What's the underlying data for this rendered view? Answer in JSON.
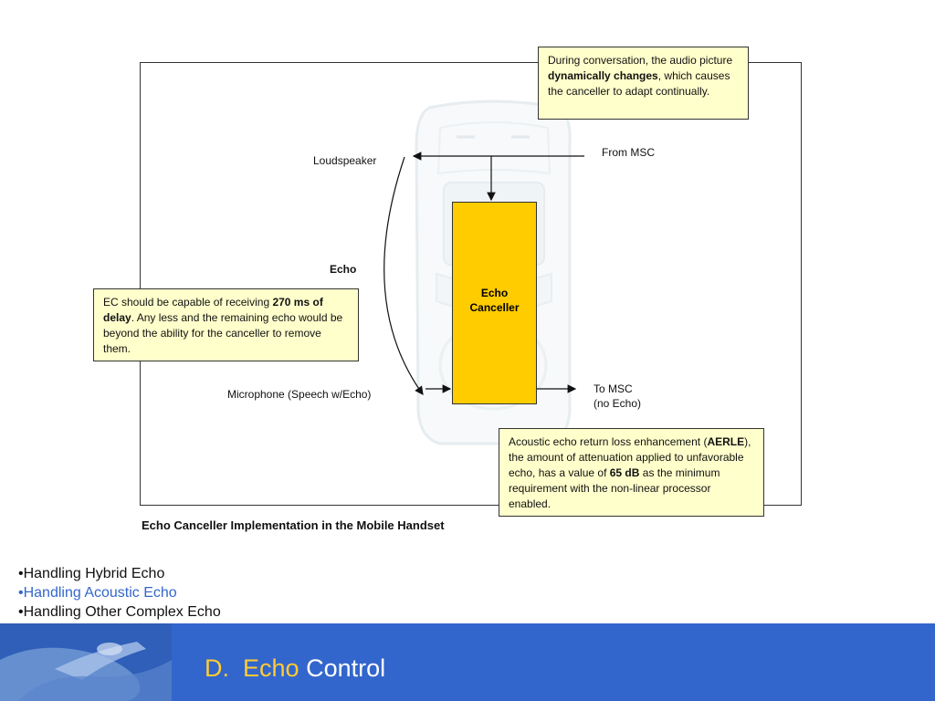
{
  "diagram": {
    "labels": {
      "loudspeaker": "Loudspeaker",
      "from_msc": "From MSC",
      "echo": "Echo",
      "microphone": "Microphone (Speech w/Echo)",
      "to_msc_line1": "To MSC",
      "to_msc_line2": "(no Echo)"
    },
    "canceller": {
      "line1": "Echo",
      "line2": "Canceller"
    },
    "note_top": {
      "pre": "During conversation, the audio picture ",
      "bold": "dynamically changes",
      "post": ", which causes the canceller to adapt continually."
    },
    "note_left": {
      "pre": "EC should be capable of receiving ",
      "bold": "270 ms of delay",
      "post": ".  Any less and the remaining echo would be beyond the ability for the canceller to remove them."
    },
    "note_bottom": {
      "pre": "Acoustic echo return loss enhancement (",
      "bold1": "AERLE",
      "mid": "), the amount of attenuation applied to unfavorable echo, has a value of ",
      "bold2": "65 dB",
      "post": " as the minimum requirement with the non-linear processor enabled."
    },
    "caption": "Echo Canceller Implementation in the Mobile Handset"
  },
  "bullets": [
    {
      "text": "•Handling Hybrid Echo"
    },
    {
      "text": "•Handling Acoustic Echo"
    },
    {
      "text": "•Handling Other Complex Echo"
    }
  ],
  "footer": {
    "letter": "D.",
    "title_accent": "Echo",
    "title_rest": "Control"
  },
  "colors": {
    "canceller": "#ffcc00",
    "note": "#ffffcc",
    "footer": "#3366cc",
    "accent": "#ffcc33",
    "active_bullet": "#3366cc"
  }
}
